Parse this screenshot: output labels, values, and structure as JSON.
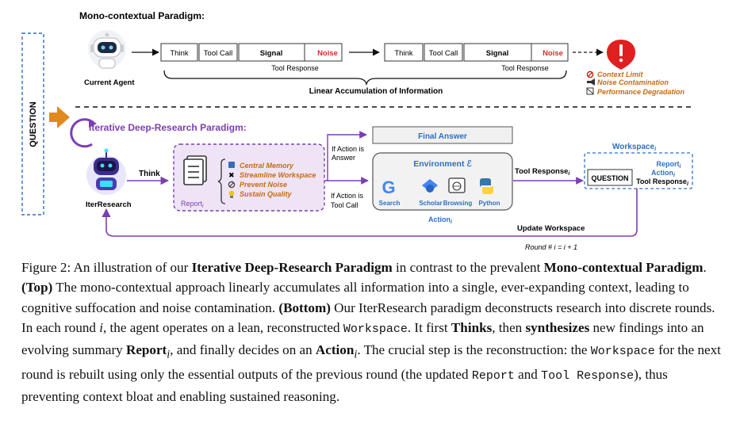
{
  "figure": {
    "mono": {
      "title": "Mono-contextual Paradigm:",
      "agent_label": "Current Agent",
      "cells": [
        "Think",
        "Tool Call",
        "Signal",
        "Noise"
      ],
      "tool_response": "Tool Response",
      "linear_label": "Linear Accumulation of Information",
      "issues": [
        "Context Limit",
        "Noise Contamination",
        "Performance Degradation"
      ]
    },
    "question_label": "QUESTION",
    "iter": {
      "title": "Iterative Deep-Research Paradigm:",
      "agent_label": "IterResearch",
      "think": "Think",
      "report_label": "Report",
      "report_sub": "i",
      "features": [
        "Central Memory",
        "Streamline Workspace",
        "Prevent Noise",
        "Sustain Quality"
      ],
      "if_answer_1": "If Action is",
      "if_answer_2": "Answer",
      "if_tool_1": "If Action is",
      "if_tool_2": "Tool Call",
      "final_answer": "Final Answer",
      "env_title": "Environment ℰ",
      "tools": [
        "Search",
        "Scholar",
        "Browsing",
        "Python"
      ],
      "action_label": "Action",
      "action_sub": "i",
      "tool_response_label": "Tool Response",
      "tool_response_sub": "i",
      "workspace_title": "Workspace",
      "workspace_sub": "i",
      "ws_question": "QUESTION",
      "ws_report": "Report",
      "ws_action": "Action",
      "ws_tool_response": "Tool Response",
      "update_workspace": "Update Workspace",
      "round_label": "Round # i = i + 1"
    }
  },
  "caption": {
    "p1": "Figure 2: An illustration of our ",
    "b1": "Iterative Deep-Research Paradigm",
    "p2": " in contrast to the prevalent ",
    "b2": "Mono-contextual Paradigm",
    "p3": ". ",
    "b3": "(Top)",
    "p4": " The mono-contextual approach linearly accumulates all information into a single, ever-expanding context, leading to cognitive suffocation and noise contamination. ",
    "b4": "(Bottom)",
    "p5": " Our IterResearch paradigm deconstructs research into discrete rounds. In each round ",
    "i1": "i",
    "p6": ", the agent operates on a lean, reconstructed ",
    "m1": "Workspace",
    "p7": ". It first ",
    "b5": "Thinks",
    "p8": ", then ",
    "b6": "synthesizes",
    "p9": " new findings into an evolving summary ",
    "b7": "Report",
    "p10": ", and finally decides on an ",
    "b8": "Action",
    "p11": ". The crucial step is the reconstruction: the ",
    "m2": "Workspace",
    "p12": " for the next round is rebuilt using only the essential outputs of the previous round (the updated ",
    "m3": "Report",
    "p13": " and ",
    "m4": "Tool Response",
    "p14": "), thus preventing context bloat and enabling sustained reasoning."
  },
  "colors": {
    "purple": "#7b3fb0",
    "purple_fill": "#efe4f6",
    "blue": "#2f6fbf",
    "orange": "#e08a1e",
    "red": "#e02020",
    "noise_red": "#d92b2b",
    "issue_orange": "#c86a10"
  }
}
